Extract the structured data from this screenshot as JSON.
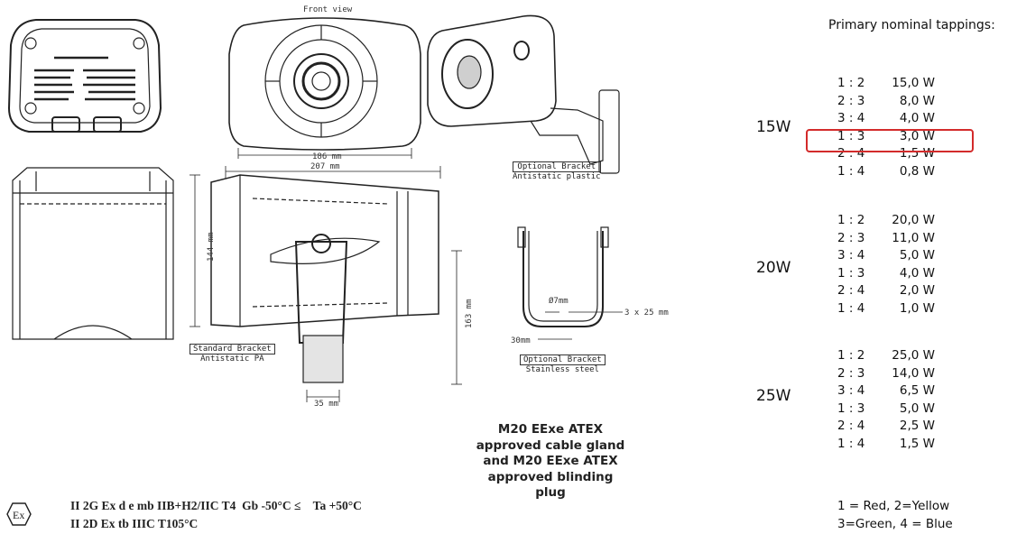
{
  "drawings": {
    "front_view_label": "Front view",
    "dim_186": "186 mm",
    "dim_207": "207 mm",
    "dim_144": "144 mm",
    "dim_163": "163 mm",
    "dim_base": "35 mm",
    "dim_7mm": "Ø7mm",
    "dim_30mm": "30mm",
    "dim_3x25": "3 x 25 mm",
    "optional_bracket_plastic": {
      "title": "Optional Bracket",
      "sub": "Antistatic plastic"
    },
    "standard_bracket": {
      "title": "Standard Bracket",
      "sub": "Antistatic PA"
    },
    "optional_bracket_steel": {
      "title": "Optional Bracket",
      "sub": "Stainless steel"
    }
  },
  "gland_note": [
    "M20  EExe ATEX",
    "approved cable gland",
    "and M20 EExe ATEX",
    "approved blinding",
    "plug"
  ],
  "atex": {
    "icon": "ex-hexagon-icon",
    "line1": "II 2G Ex d e mb IIB+H2/IIC T4  Gb -50°C ≤    Ta +50°C",
    "line2": "II 2D Ex tb IIIC T105°C"
  },
  "tappings": {
    "heading": "Primary nominal tappings:",
    "groups": [
      {
        "rating": "15W",
        "rows": [
          {
            "ratio": "1 : 2",
            "power": "15,0 W"
          },
          {
            "ratio": "2 : 3",
            "power": "8,0 W"
          },
          {
            "ratio": "3 : 4",
            "power": "4,0 W"
          },
          {
            "ratio": "1 : 3",
            "power": "3,0 W"
          },
          {
            "ratio": "2 : 4",
            "power": "1,5 W"
          },
          {
            "ratio": "1 : 4",
            "power": "0,8 W"
          }
        ]
      },
      {
        "rating": "20W",
        "rows": [
          {
            "ratio": "1 : 2",
            "power": "20,0 W"
          },
          {
            "ratio": "2 : 3",
            "power": "11,0 W"
          },
          {
            "ratio": "3 : 4",
            "power": "5,0 W"
          },
          {
            "ratio": "1 : 3",
            "power": "4,0 W"
          },
          {
            "ratio": "2 : 4",
            "power": "2,0 W"
          },
          {
            "ratio": "1 : 4",
            "power": "1,0 W"
          }
        ]
      },
      {
        "rating": "25W",
        "rows": [
          {
            "ratio": "1 : 2",
            "power": "25,0 W"
          },
          {
            "ratio": "2 : 3",
            "power": "14,0 W"
          },
          {
            "ratio": "3 : 4",
            "power": "6,5 W"
          },
          {
            "ratio": "1 : 3",
            "power": "5,0 W"
          },
          {
            "ratio": "2 : 4",
            "power": "2,5 W"
          },
          {
            "ratio": "1 : 4",
            "power": "1,5 W"
          }
        ]
      }
    ],
    "highlight_color": "#d32b2b",
    "legend": [
      "1 = Red, 2=Yellow",
      "3=Green, 4 = Blue"
    ]
  }
}
